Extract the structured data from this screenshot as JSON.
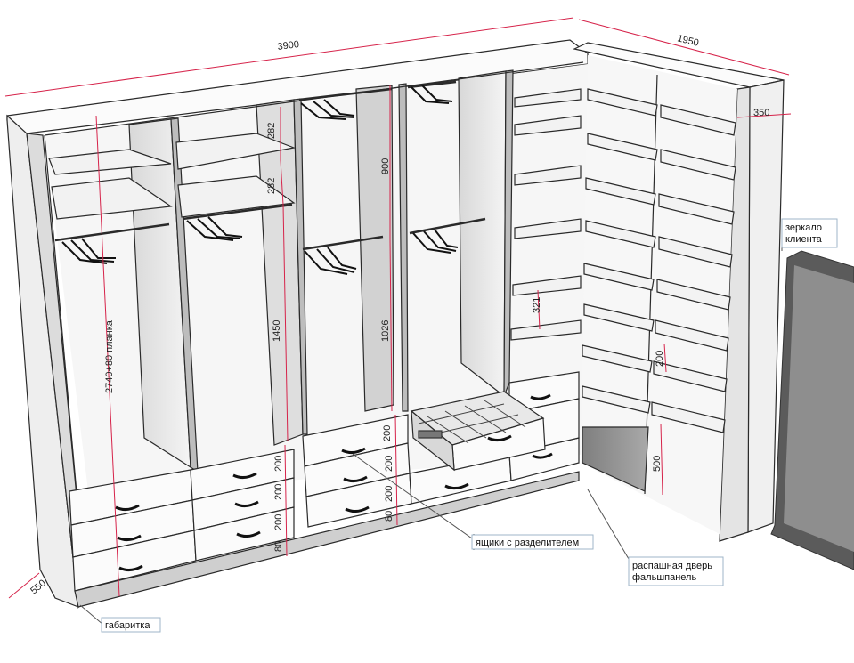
{
  "colors": {
    "dimension_line": "#d6234a",
    "outline": "#2a2a2a",
    "panel_light": "#fbfbfb",
    "panel_shadow": "#c9c9c9",
    "panel_dark": "#8a8a8a",
    "label_box_border": "#9fb6c8"
  },
  "dimensions": {
    "total_width": "3900",
    "side_width": "1950",
    "side_depth": "350",
    "main_depth": "550",
    "shelf_gap_1": "282",
    "shelf_gap_2": "282",
    "hang_height_left": "1450",
    "full_height": "2740+80 планка",
    "upper_hang": "900",
    "lower_hang": "1026",
    "shelf_321": "321",
    "shelf_200": "200",
    "shelf_500": "500",
    "drawer_a1": "200",
    "drawer_a2": "200",
    "drawer_a3": "200",
    "plinth_a": "80",
    "drawer_b1": "200",
    "drawer_b2": "200",
    "drawer_b3": "200",
    "plinth_b": "80"
  },
  "labels": {
    "mirror": "зеркало клиента",
    "drawers_divider": "ящики с разделителем",
    "swing_door": "распашная дверь фальшпанель",
    "gabarit": "габаритка"
  }
}
